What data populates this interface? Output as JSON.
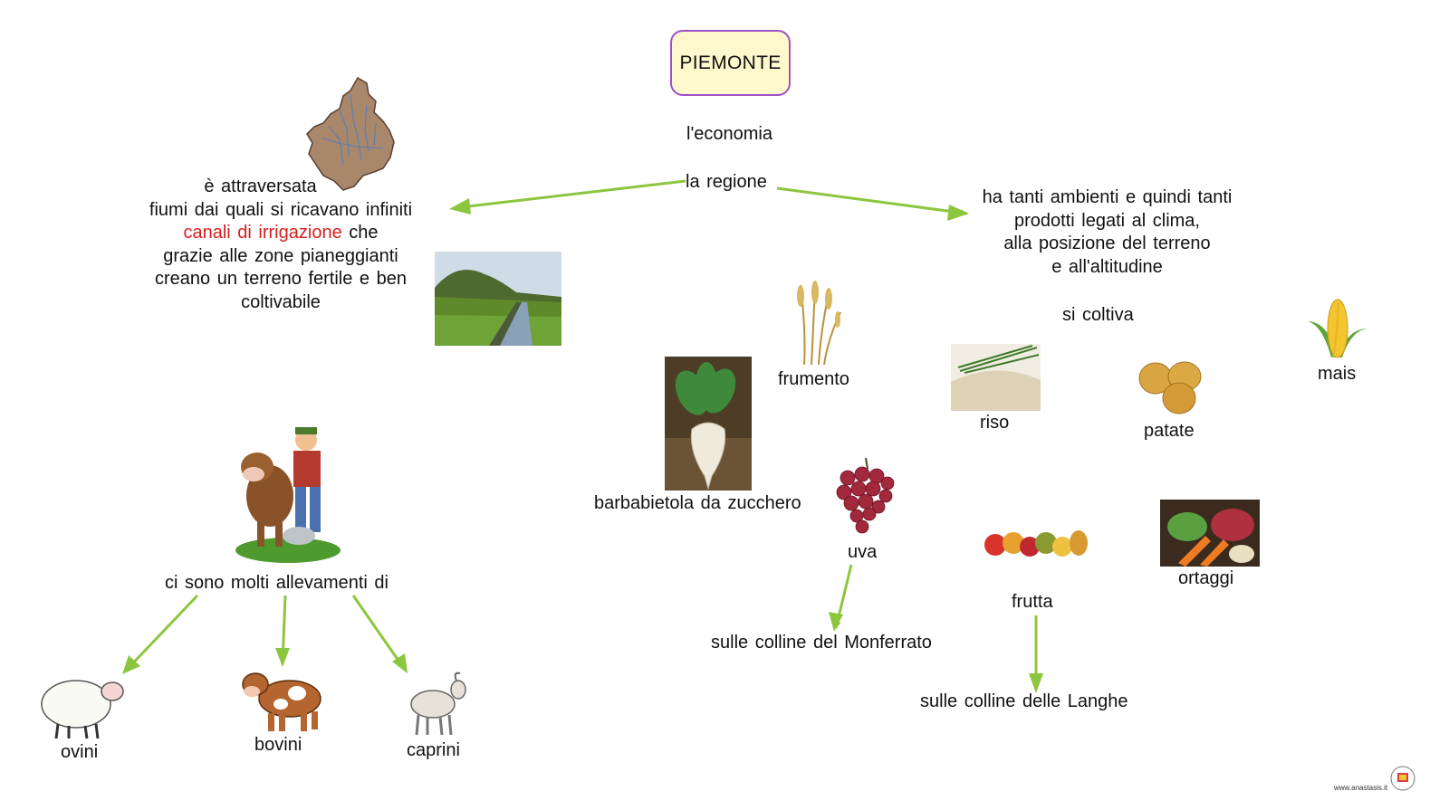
{
  "title": "PIEMONTE",
  "economia_label": "l'economia",
  "regione_label": "la regione",
  "left_branch": {
    "line1": "è attraversata",
    "line2": "fiumi dai quali si ricavano infiniti",
    "line3_red": "canali di irrigazione",
    "line3_rest": " che",
    "line4": "grazie alle zone pianeggianti",
    "line5": "creano un terreno fertile e ben",
    "line6": "coltivabile"
  },
  "right_branch": {
    "line1": "ha tanti ambienti e quindi tanti",
    "line2": "prodotti legati al clima,",
    "line3": "alla posizione del terreno",
    "line4": "e all'altitudine"
  },
  "si_coltiva": "si coltiva",
  "crops": {
    "frumento": "frumento",
    "barbabietola": "barbabietola da zucchero",
    "riso": "riso",
    "patate": "patate",
    "mais": "mais",
    "uva": "uva",
    "frutta": "frutta",
    "ortaggi": "ortaggi",
    "monferrato": "sulle colline del Monferrato",
    "langhe": "sulle colline delle Langhe"
  },
  "allevamenti": {
    "label": "ci sono molti allevamenti di",
    "ovini": "ovini",
    "bovini": "bovini",
    "caprini": "caprini"
  },
  "footer": "www.anastasis.it",
  "colors": {
    "arrow": "#8cc63f",
    "title_fill": "#fff8cc",
    "title_border": "#a050c8",
    "highlight": "#d61f1f"
  }
}
